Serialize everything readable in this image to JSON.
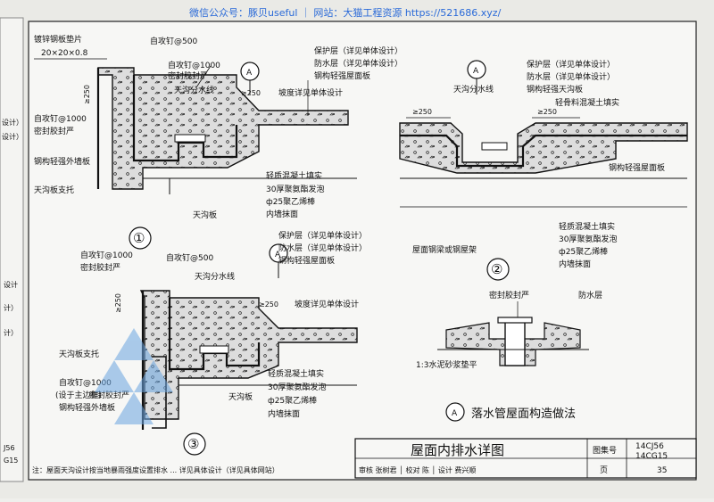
{
  "watermark": "微信公众号：豚贝useful ｜ 网站：大猫工程资源 https://521686.xyz/",
  "left_strip": [
    "设计）",
    "设计）",
    "设计",
    "计）",
    "计）",
    "J56",
    "G15"
  ],
  "detail1": {
    "number": "①",
    "labels": [
      "镀锌钢板垫片",
      "20×20×0.8",
      "自攻钉@500",
      "自攻钉@1000",
      "密封胶封严",
      "≥250",
      "天沟分水线",
      "自攻钉@1000",
      "密封胶封严",
      "钢构轻强外墙板",
      "天沟板支托",
      "天沟板",
      "≥250",
      "坡度详见单体设计"
    ],
    "marker": "A",
    "layers": [
      "保护层（详见单体设计）",
      "防水层（详见单体设计）",
      "钢构轻强屋面板"
    ],
    "bottom_layers": [
      "轻质混凝土填实",
      "30厚聚氨酯发泡",
      "ф25聚乙烯棒",
      "内墙抹面"
    ]
  },
  "detail2": {
    "number": "②",
    "labels": [
      "天沟分水线",
      "≥250",
      "≥250",
      "钢构轻强屋面板",
      "屋面钢梁或钢屋架"
    ],
    "marker": "A",
    "layers": [
      "保护层（详见单体设计）",
      "防水层（详见单体设计）",
      "钢构轻强天沟板",
      "轻骨料混凝土填实"
    ],
    "bottom_layers": [
      "轻质混凝土填实",
      "30厚聚氨酯发泡",
      "ф25聚乙烯棒",
      "内墙抹面"
    ]
  },
  "detail3": {
    "number": "③",
    "labels": [
      "自攻钉@1000",
      "密封胶封严",
      "自攻钉@500",
      "≥250",
      "天沟分水线",
      "≥250",
      "坡度详见单体设计",
      "天沟板支托",
      "自攻钉@1000",
      "(设于主边框)",
      "密封胶封严",
      "钢构轻强外墙板",
      "天沟板"
    ],
    "marker": "A",
    "layers": [
      "保护层（详见单体设计）",
      "防水层（详见单体设计）",
      "钢构轻强屋面板"
    ],
    "bottom_layers": [
      "轻质混凝土填实",
      "30厚聚氨酯发泡",
      "ф25聚乙烯棒",
      "内墙抹面"
    ]
  },
  "detailA": {
    "marker": "A",
    "title": "落水管屋面构造做法",
    "labels": [
      "密封胶封严",
      "防水层",
      "1:3水泥砂浆垫平"
    ]
  },
  "title_block": {
    "title": "屋面内排水详图",
    "atlas_label": "图集号",
    "atlas_1": "14CJ56",
    "atlas_2": "14CG15",
    "page_label": "页",
    "page_no": "35",
    "sign_row": "审核 张树君 │ 校对 陈 │ 设计 费兴顺"
  },
  "note": "注：屋面天沟设计按当地暴雨强度设置排水 ... 详见具体设计（详见具体网站）"
}
